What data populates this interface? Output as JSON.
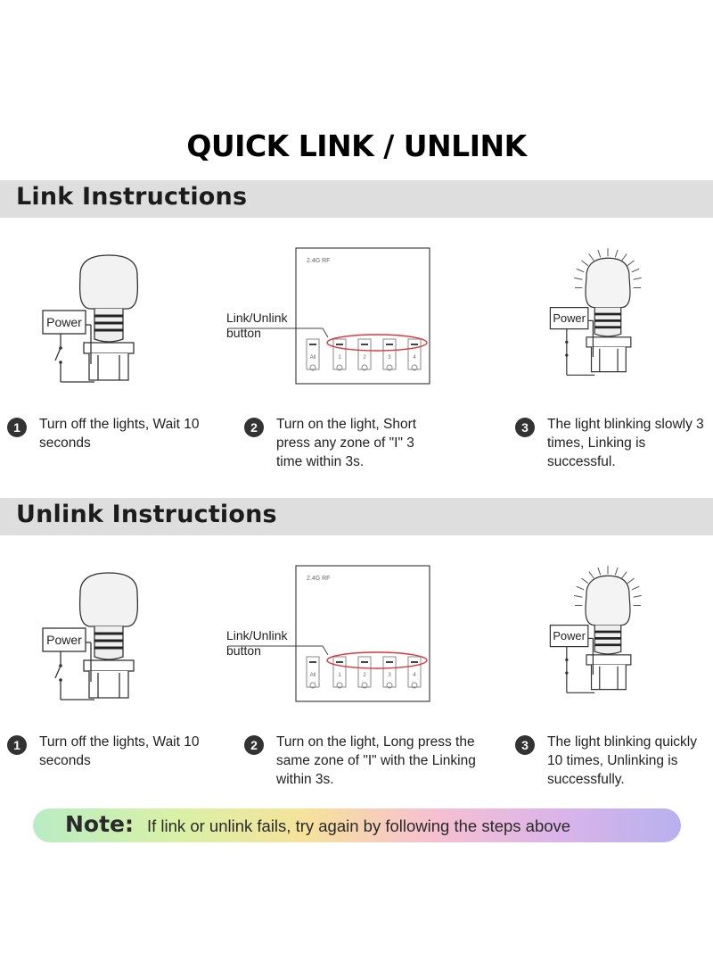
{
  "title": "QUICK LINK / UNLINK",
  "link": {
    "heading": "Link Instructions",
    "power_label": "Power",
    "panel": {
      "brand": "2.4G RF",
      "callout_line1": "Link/Unlink",
      "callout_line2": "button",
      "zones": [
        "All",
        "1",
        "2",
        "3",
        "4"
      ]
    },
    "steps": [
      {
        "num": "1",
        "text": "Turn off the lights, Wait 10 seconds"
      },
      {
        "num": "2",
        "text": "Turn on the light, Short press any zone of \"I\" 3 time within 3s."
      },
      {
        "num": "3",
        "text": "The light blinking slowly 3 times, Linking is successful."
      }
    ]
  },
  "unlink": {
    "heading": "Unlink Instructions",
    "power_label": "Power",
    "panel": {
      "brand": "2.4G RF",
      "callout_line1": "Link/Unlink",
      "callout_line2": "button",
      "zones": [
        "All",
        "1",
        "2",
        "3",
        "4"
      ]
    },
    "steps": [
      {
        "num": "1",
        "text": "Turn off the lights, Wait 10 seconds"
      },
      {
        "num": "2",
        "text": "Turn on the light, Long press the same zone of \"I\" with the Linking within 3s."
      },
      {
        "num": "3",
        "text": "The light blinking quickly 10 times, Unlinking is successfully."
      }
    ]
  },
  "note": {
    "label": "Note:",
    "text": "If link or unlink fails, try again by following the steps above"
  }
}
